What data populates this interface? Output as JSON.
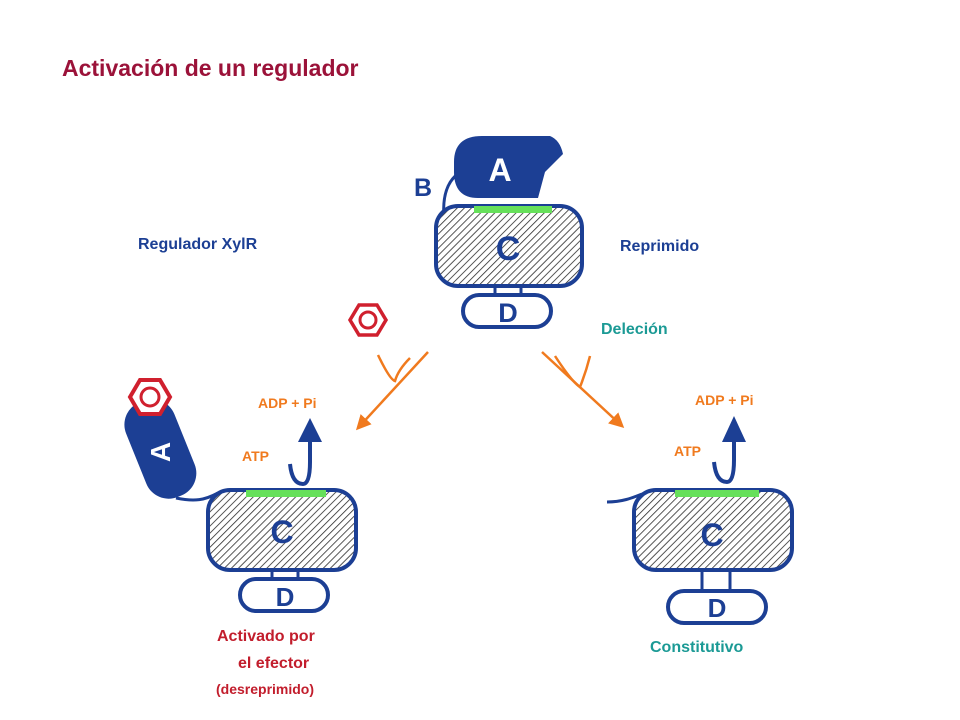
{
  "title": "Activación de un regulador",
  "labels": {
    "regulator": "Regulador XylR",
    "repressed": "Reprimido",
    "deletion": "Deleción",
    "atp_left": "ATP",
    "adp_left": "ADP + Pi",
    "atp_right": "ATP",
    "adp_right": "ADP + Pi",
    "activated_line1": "Activado por",
    "activated_line2": "el efector",
    "activated_line3": "(desreprimido)",
    "constitutive": "Constitutivo"
  },
  "domains": {
    "top": {
      "a": "A",
      "b": "B",
      "c": "C",
      "d": "D"
    },
    "left": {
      "a": "A",
      "c": "C",
      "d": "D"
    },
    "right": {
      "c": "C",
      "d": "D"
    }
  },
  "colors": {
    "title": "#9b1239",
    "navy": "#1c3f94",
    "teal": "#1b9a95",
    "orange": "#f07a1e",
    "effector": "#d0202e",
    "atp_site": "#66e05a"
  }
}
